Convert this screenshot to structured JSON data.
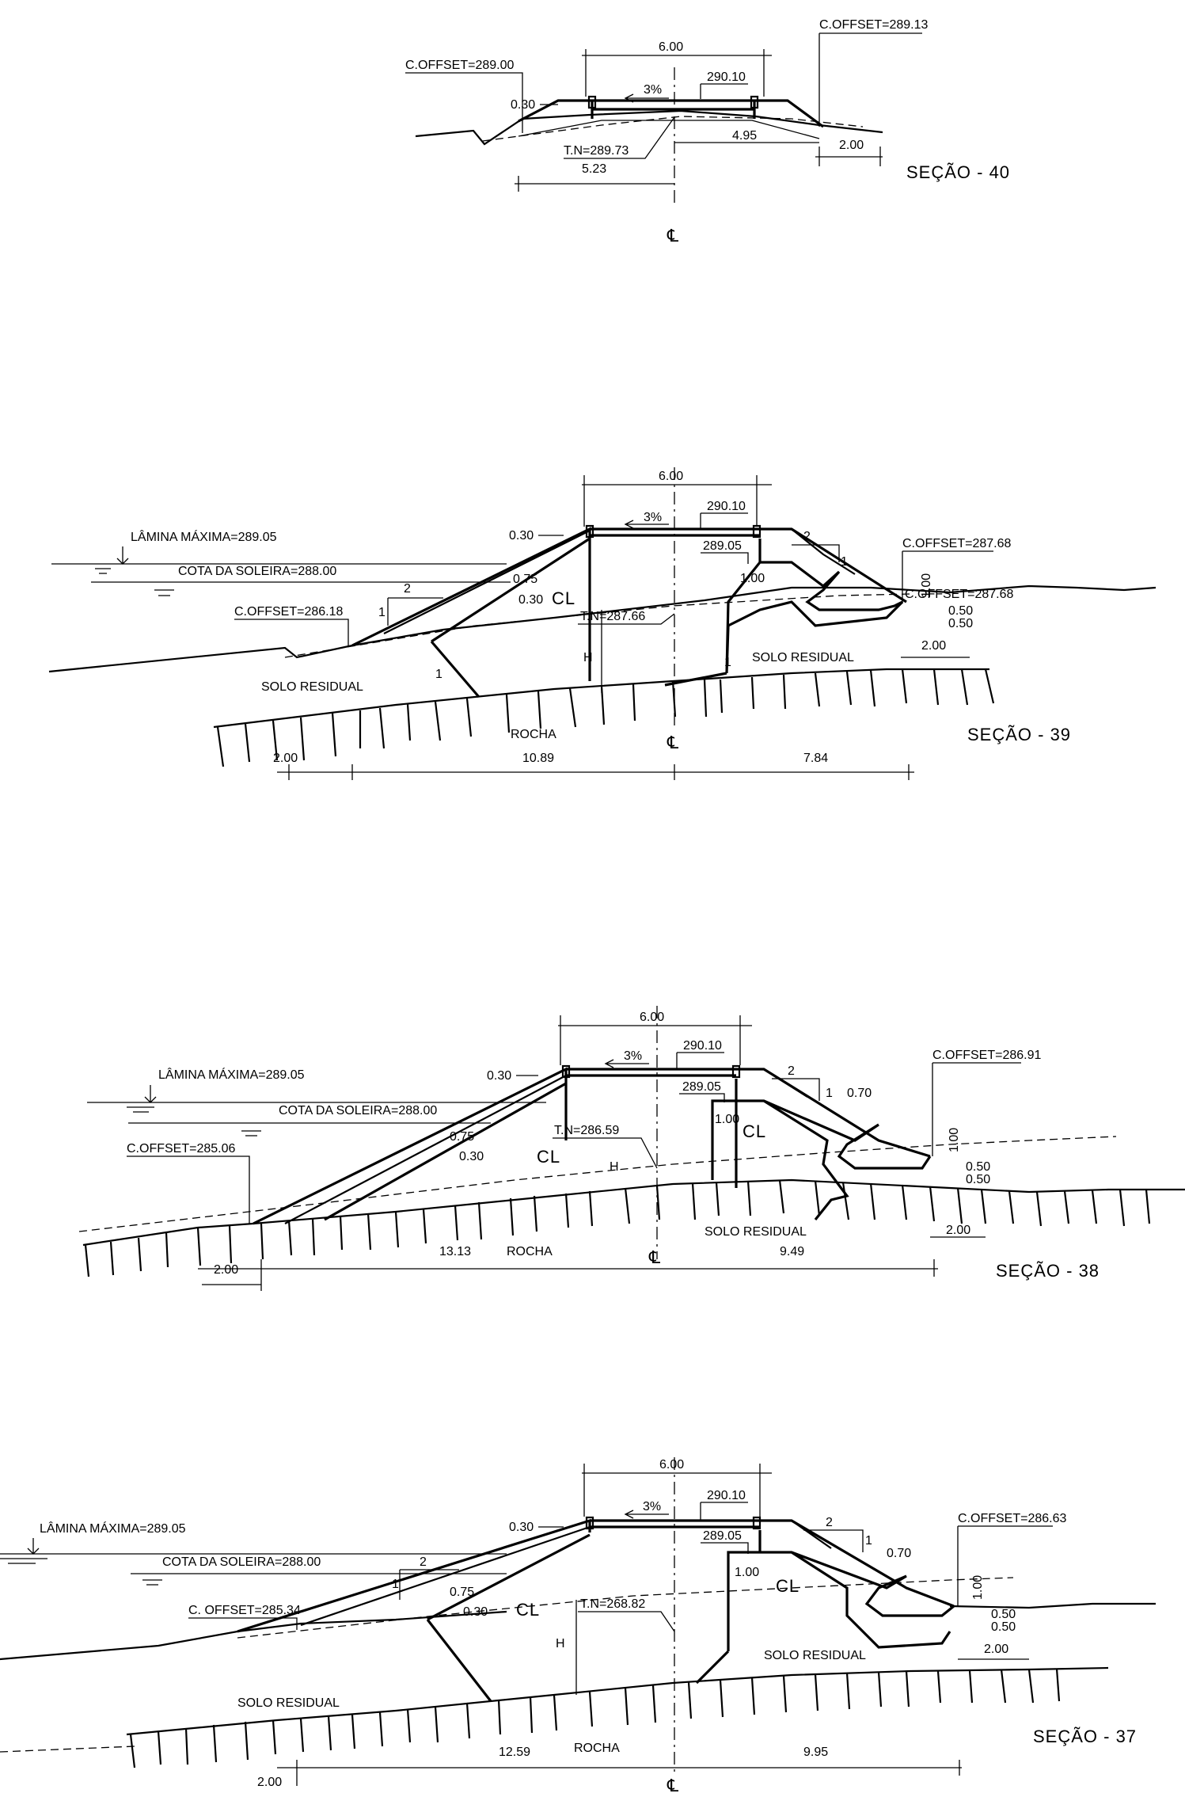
{
  "sections": [
    {
      "id": "40",
      "title": "SEÇÃO  -  40",
      "crest_width": "6.00",
      "slope": "3%",
      "crest_elev": "290.10",
      "tn": "T.N=289.73",
      "offset_left": "C.OFFSET=289.00",
      "offset_right": "C.OFFSET=289.13",
      "dim_030": "0.30",
      "dim_left": "5.23",
      "dim_right": "4.95",
      "dim_berm": "2.00"
    },
    {
      "id": "39",
      "title": "SEÇÃO  -  39",
      "lamina": "LÂMINA MÁXIMA=289.05",
      "soleira": "COTA DA SOLEIRA=288.00",
      "crest_width": "6.00",
      "slope": "3%",
      "crest_elev": "290.10",
      "inner_elev": "289.05",
      "tn": "T.N=287.66",
      "offset_left": "C.OFFSET=286.18",
      "offset_right": "C.OFFSET=287.68",
      "dim_030": "0.30",
      "dim_075": "0.75",
      "dim_030b": "0.30",
      "dim_100": "1.00",
      "dim_100v": "1.00",
      "dim_050a": "0.50",
      "dim_050b": "0.50",
      "dim_200r": "2.00",
      "dim_200l": "2.00",
      "dim_left": "10.89",
      "dim_right": "7.84",
      "ratio_2": "2",
      "ratio_1": "1",
      "h": "H",
      "cl": "CL",
      "solo_left": "SOLO RESIDUAL",
      "solo_right": "SOLO RESIDUAL",
      "rocha": "ROCHA"
    },
    {
      "id": "38",
      "title": "SEÇÃO  -  38",
      "lamina": "LÂMINA MÁXIMA=289.05",
      "soleira": "COTA DA SOLEIRA=288.00",
      "crest_width": "6.00",
      "slope": "3%",
      "crest_elev": "290.10",
      "inner_elev": "289.05",
      "tn": "T.N=286.59",
      "offset_left": "C.OFFSET=285.06",
      "offset_right": "C.OFFSET=286.91",
      "dim_030": "0.30",
      "dim_075": "0.75",
      "dim_030b": "0.30",
      "dim_100": "1.00",
      "dim_100v": "1.00",
      "dim_070": "0.70",
      "dim_050a": "0.50",
      "dim_050b": "0.50",
      "dim_200r": "2.00",
      "dim_200l": "2.00",
      "dim_left": "13.13",
      "dim_right": "9.49",
      "ratio_2": "2",
      "ratio_1": "1",
      "h": "H",
      "cl": "CL",
      "solo_right": "SOLO RESIDUAL",
      "rocha": "ROCHA"
    },
    {
      "id": "37",
      "title": "SEÇÃO  -  37",
      "lamina": "LÂMINA MÁXIMA=289.05",
      "soleira": "COTA DA SOLEIRA=288.00",
      "crest_width": "6.00",
      "slope": "3%",
      "crest_elev": "290.10",
      "inner_elev": "289.05",
      "tn": "T.N=268.82",
      "offset_left": "C. OFFSET=285.34",
      "offset_right": "C.OFFSET=286.63",
      "dim_030": "0.30",
      "dim_075": "0.75",
      "dim_030b": "0.30",
      "dim_100": "1.00",
      "dim_100v": "1.00",
      "dim_070": "0.70",
      "dim_050a": "0.50",
      "dim_050b": "0.50",
      "dim_200r": "2.00",
      "dim_200l": "2.00",
      "dim_left": "12.59",
      "dim_right": "9.95",
      "ratio_2": "2",
      "ratio_1": "1",
      "h": "H",
      "cl": "CL",
      "solo_left": "SOLO RESIDUAL",
      "solo_right": "SOLO RESIDUAL",
      "rocha": "ROCHA"
    }
  ],
  "centerline_symbol": "℄"
}
